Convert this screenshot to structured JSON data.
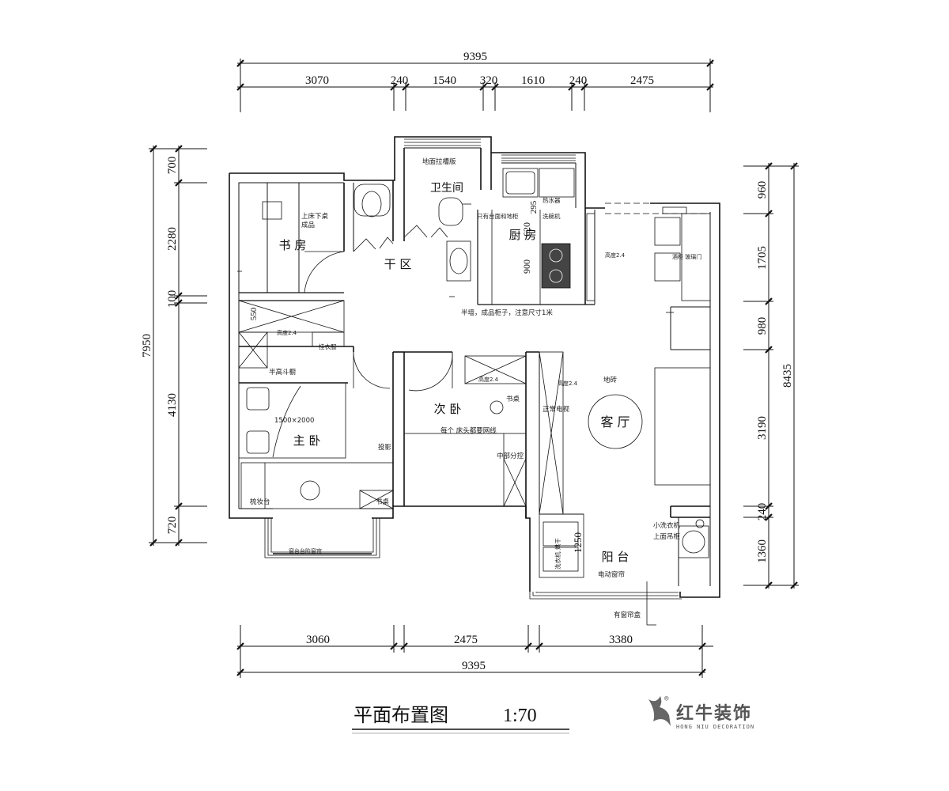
{
  "dimensions": {
    "top_total": "9395",
    "top_segments": [
      "3070",
      "240",
      "1540",
      "320",
      "1610",
      "240",
      "2475"
    ],
    "bottom_segments": [
      "3060",
      "2475",
      "3380"
    ],
    "bottom_total": "9395",
    "left_total": "7950",
    "left_segments": [
      "700",
      "2280",
      "100",
      "550",
      "4130",
      "720"
    ],
    "right_total": "8435",
    "right_segments": [
      "960",
      "1705",
      "980",
      "3190",
      "240",
      "1360"
    ],
    "kitchen_inner": [
      "295",
      "620",
      "900"
    ],
    "balcony_inner": "1250"
  },
  "rooms": {
    "study": "书 房",
    "bathroom": "卫生间",
    "dry_area": "干 区",
    "kitchen": "厨 房",
    "second_bedroom": "次 卧",
    "master_bedroom": "主 卧",
    "living_room": "客 厅",
    "balcony": "阳 台"
  },
  "notes": {
    "bed_desk": "上床下桌",
    "finished": "成品",
    "floor_drain": "地面拉槽版",
    "counter": "只有台面和地柜",
    "water_heater": "热水器",
    "dishwasher": "洗碗机",
    "half_wall": "半墙，成品柜子，注意尺寸1米",
    "height_kitchen": "高度2.4",
    "height_wardrobe": "高度2.4",
    "height_bed2": "高度2.4",
    "height_tv": "高度2.4",
    "hanging": "挂衣服",
    "half_drawer": "半高斗橱",
    "bed_size": "1500×2000",
    "projection": "投影",
    "dresser": "梳妆台",
    "desk_master": "书桌",
    "bay_window": "窗台台阶窗帘",
    "desk_second": "书桌",
    "network": "每个 床头都要网线",
    "floor_tile": "地砖",
    "normal_tv": "正常电视",
    "mid_partition": "中部分控",
    "display": "酒柜 玻璃门",
    "small_washer": "小洗衣机",
    "wall_cabinet": "上面吊柜",
    "electric_curtain": "电动窗帘",
    "curtain_box": "有窗帘盒",
    "balcony_cabinet": "洗衣机 烘干"
  },
  "title": "平面布置图",
  "scale": "1:70",
  "brand": {
    "name": "红牛装饰",
    "sub": "HONG NIU DECORATION",
    "mark": "®"
  }
}
